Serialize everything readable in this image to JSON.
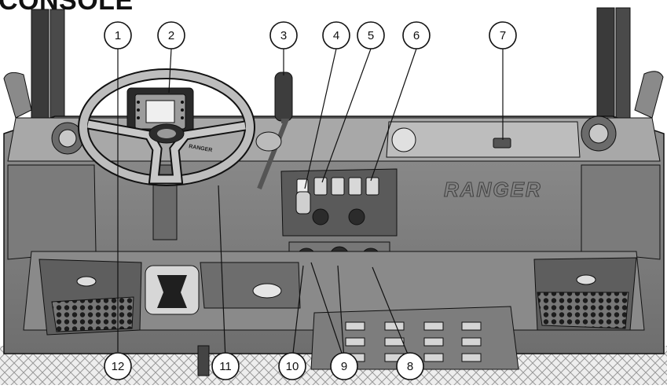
{
  "title": "CONSOLE",
  "brand_marks": {
    "dash_logo": "RANGER",
    "wheel_logo": "RANGER"
  },
  "callouts": [
    {
      "number": "1"
    },
    {
      "number": "2"
    },
    {
      "number": "3"
    },
    {
      "number": "4"
    },
    {
      "number": "5"
    },
    {
      "number": "6"
    },
    {
      "number": "7"
    },
    {
      "number": "8"
    },
    {
      "number": "9"
    },
    {
      "number": "10"
    },
    {
      "number": "11"
    },
    {
      "number": "12"
    }
  ],
  "colors": {
    "outline": "#111111",
    "body": "#9a9a9a",
    "dark": "#555555",
    "light": "#d6d6d6"
  }
}
